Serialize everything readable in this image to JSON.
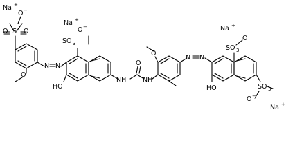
{
  "figure": {
    "type": "chemical-structure",
    "labels": {
      "na1": "Na",
      "na1_charge": "+",
      "na2": "Na",
      "na2_charge": "+",
      "na3": "Na",
      "na3_charge": "+",
      "na4": "Na",
      "na4_charge": "+",
      "o_anion1": "O",
      "o_anion1_charge": "−",
      "o_anion2": "O",
      "o_anion2_charge": "−",
      "o_anion3": "O",
      "o_anion3_charge": "−",
      "s1": "S",
      "o1a": "O",
      "o1b": "O",
      "ome1_o": "O",
      "azo1_n1": "N",
      "azo1_n2": "N",
      "so3_2": "SO",
      "so3_2_sub": "3",
      "s2_o": "O",
      "oh1": "OH",
      "oh1_h": "HO",
      "nh1": "NH",
      "nh2": "NH",
      "urea_o": "O",
      "ome2_o": "O",
      "azo2_n1": "N",
      "azo2_n2": "N",
      "so3_3": "SO",
      "so3_3_sub": "3",
      "s3_o": "O",
      "so3_4": "SO",
      "so3_4_sub": "3",
      "s4_o": "O",
      "oh2": "OH",
      "oh2_h": "HO"
    }
  }
}
